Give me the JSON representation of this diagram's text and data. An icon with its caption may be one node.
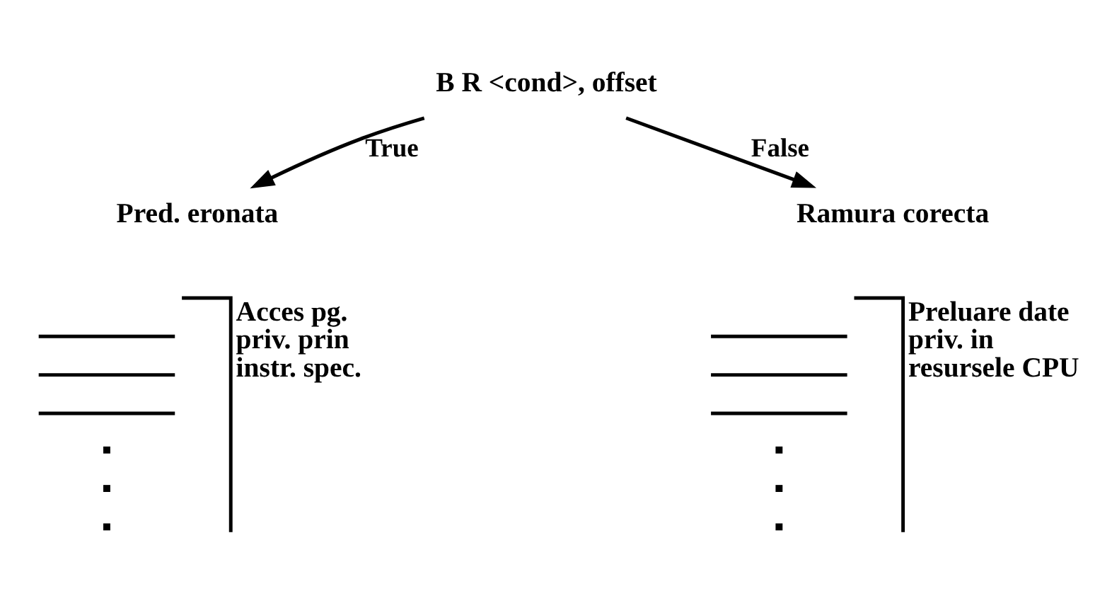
{
  "diagram": {
    "nodes": [
      {
        "text": [
          "B R <cond>, offset"
        ]
      },
      {
        "text": [
          "Pred. eronata"
        ]
      },
      {
        "text": [
          "Ramura corecta"
        ]
      }
    ],
    "edges": [
      {
        "from": 0,
        "to": 1,
        "arrow": "to",
        "label": "True"
      },
      {
        "from": 0,
        "to": 2,
        "arrow": "to",
        "label": "False"
      }
    ],
    "labels": [
      "Acces pg. priv. prin instr. spec.",
      "Preluare date priv. in resursele CPU"
    ]
  }
}
